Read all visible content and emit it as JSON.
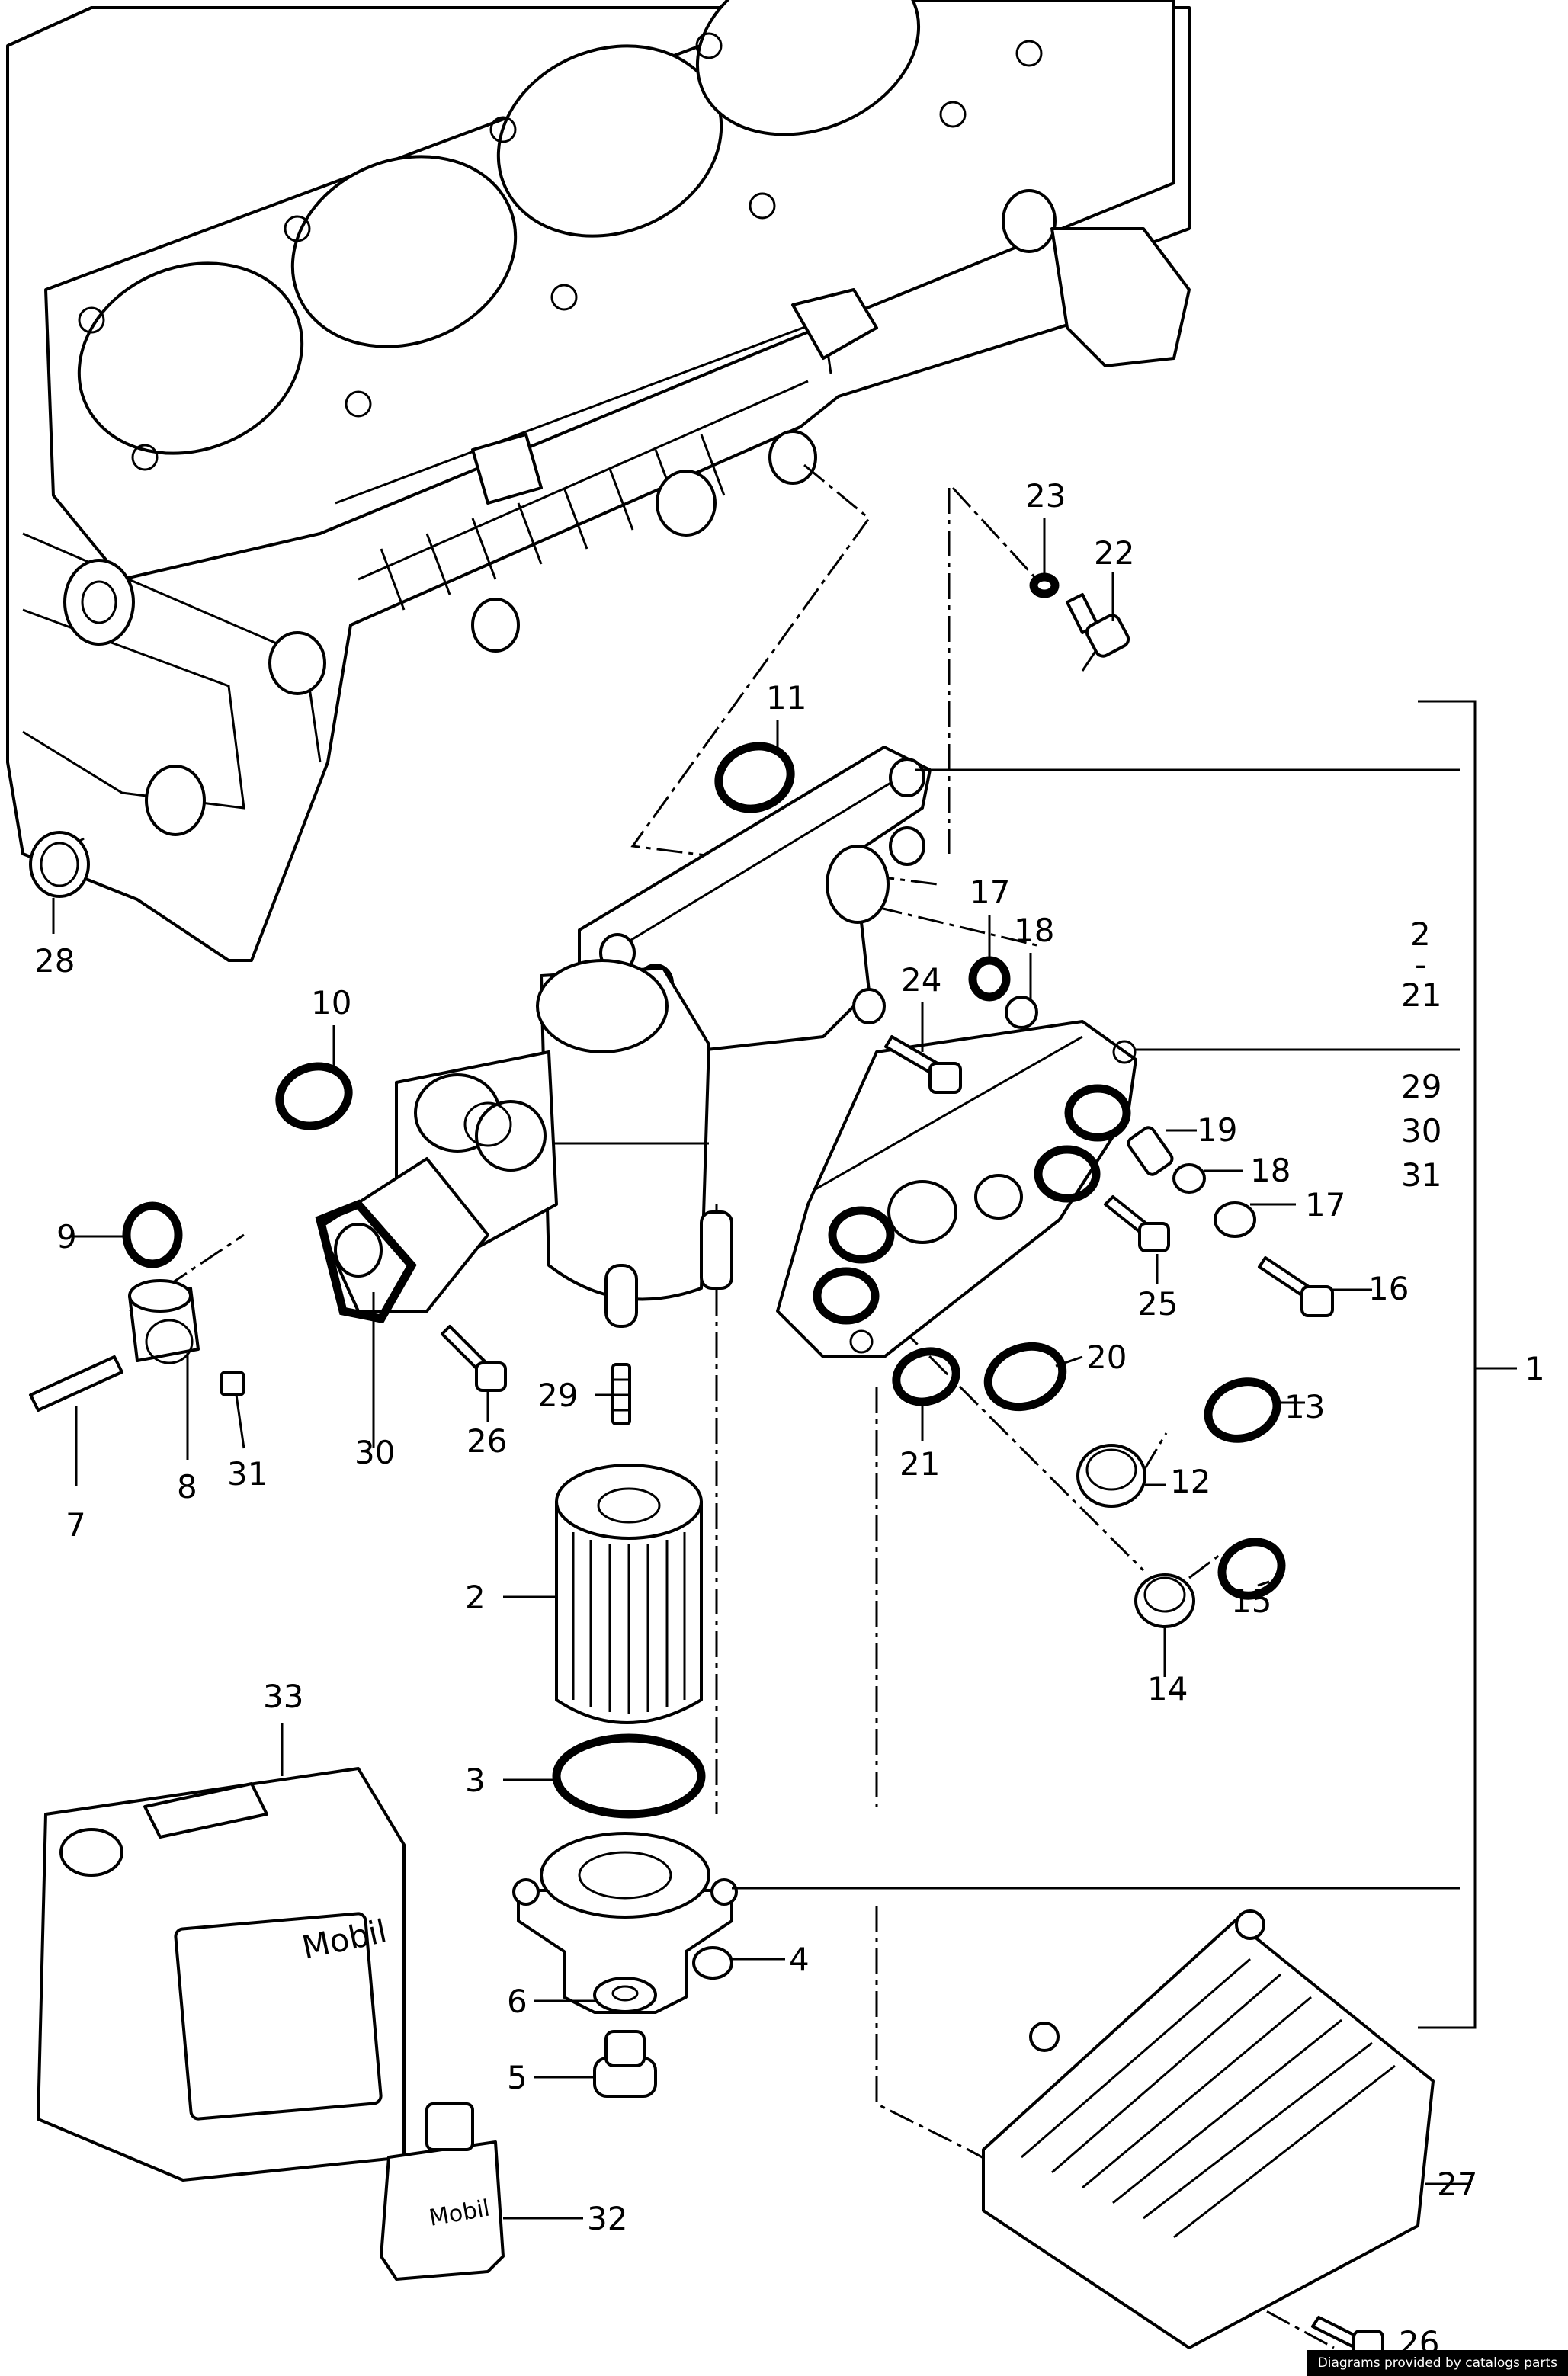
{
  "diagram": {
    "callouts": [
      {
        "id": "c1",
        "text": "1"
      },
      {
        "id": "c2",
        "text": "2"
      },
      {
        "id": "c3",
        "text": "3"
      },
      {
        "id": "c4",
        "text": "4"
      },
      {
        "id": "c5",
        "text": "5"
      },
      {
        "id": "c6",
        "text": "6"
      },
      {
        "id": "c7",
        "text": "7"
      },
      {
        "id": "c8",
        "text": "8"
      },
      {
        "id": "c9",
        "text": "9"
      },
      {
        "id": "c10",
        "text": "10"
      },
      {
        "id": "c11",
        "text": "11"
      },
      {
        "id": "c12",
        "text": "12"
      },
      {
        "id": "c13",
        "text": "13"
      },
      {
        "id": "c14",
        "text": "14"
      },
      {
        "id": "c15",
        "text": "15"
      },
      {
        "id": "c16",
        "text": "16"
      },
      {
        "id": "c17a",
        "text": "17"
      },
      {
        "id": "c17b",
        "text": "17"
      },
      {
        "id": "c18a",
        "text": "18"
      },
      {
        "id": "c18b",
        "text": "18"
      },
      {
        "id": "c19",
        "text": "19"
      },
      {
        "id": "c20",
        "text": "20"
      },
      {
        "id": "c21a",
        "text": "21"
      },
      {
        "id": "c21b",
        "text": "21"
      },
      {
        "id": "c22",
        "text": "22"
      },
      {
        "id": "c23",
        "text": "23"
      },
      {
        "id": "c24",
        "text": "24"
      },
      {
        "id": "c25",
        "text": "25"
      },
      {
        "id": "c26a",
        "text": "26"
      },
      {
        "id": "c26b",
        "text": "26"
      },
      {
        "id": "c27",
        "text": "27"
      },
      {
        "id": "c28",
        "text": "28"
      },
      {
        "id": "c29a",
        "text": "29"
      },
      {
        "id": "c29b",
        "text": "29"
      },
      {
        "id": "c30a",
        "text": "30"
      },
      {
        "id": "c30b",
        "text": "30"
      },
      {
        "id": "c31a",
        "text": "31"
      },
      {
        "id": "c31b",
        "text": "31"
      },
      {
        "id": "c32",
        "text": "32"
      },
      {
        "id": "c33",
        "text": "33"
      },
      {
        "id": "c2b",
        "text": "2"
      },
      {
        "id": "cdash",
        "text": "-"
      }
    ],
    "brand_label": "Mobil",
    "credit": "Diagrams provided by catalogs parts"
  }
}
